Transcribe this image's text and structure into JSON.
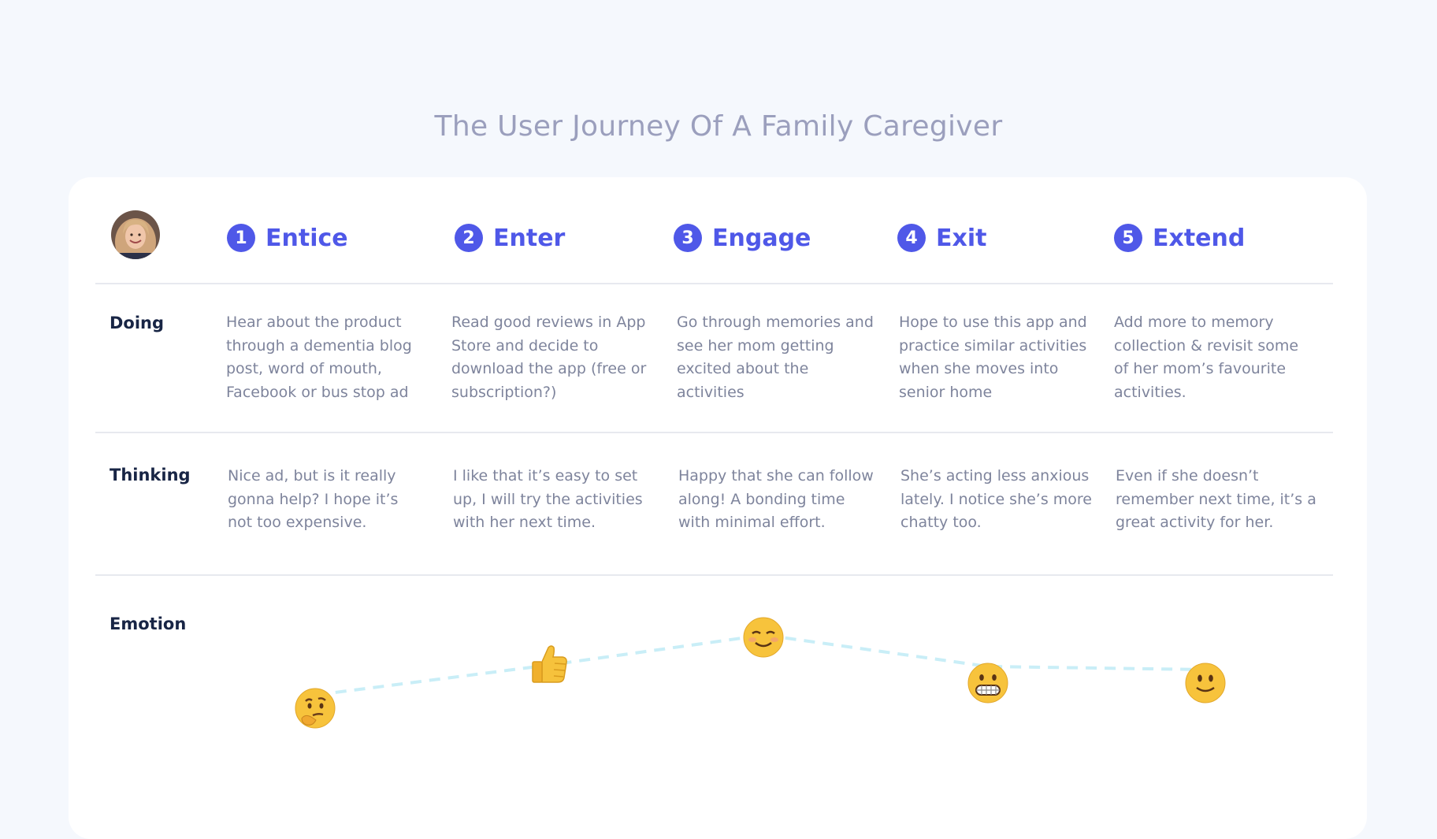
{
  "title": "The User Journey Of A Family Caregiver",
  "stages": [
    {
      "num": "1",
      "label": "Entice"
    },
    {
      "num": "2",
      "label": "Enter"
    },
    {
      "num": "3",
      "label": "Engage"
    },
    {
      "num": "4",
      "label": "Exit"
    },
    {
      "num": "5",
      "label": "Extend"
    }
  ],
  "rows": {
    "doing": {
      "label": "Doing",
      "cells": [
        "Hear about the product through a dementia blog post, word of mouth, Facebook or bus stop ad",
        "Read good reviews in App Store and decide to download the app (free or subscription?)",
        "Go through memories and see her mom getting excited about the activities",
        "Hope to use this app and practice similar activities when she moves into senior home",
        "Add more to memory collection & revisit some of her mom’s favourite activities."
      ]
    },
    "thinking": {
      "label": "Thinking",
      "cells": [
        "Nice ad, but is it really gonna help? I hope it’s not too expensive.",
        "I like that it’s easy to set up, I will try the activities with her next time.",
        "Happy that she can follow along! A bonding time with minimal effort.",
        "She’s acting less anxious lately. I notice she’s more chatty too.",
        "Even if she doesn’t remember next time, it’s a great activity for her."
      ]
    },
    "emotion": {
      "label": "Emotion"
    }
  },
  "emotions": [
    {
      "name": "thinking-face-icon",
      "glyph": "🤔"
    },
    {
      "name": "thumbs-up-icon",
      "glyph": "👍"
    },
    {
      "name": "smiling-face-icon",
      "glyph": "☺️"
    },
    {
      "name": "grimacing-face-icon",
      "glyph": "😬"
    },
    {
      "name": "slightly-smiling-face-icon",
      "glyph": "🙂"
    }
  ],
  "colors": {
    "accent": "#4f58e8",
    "heading_text": "#182545",
    "body_text": "#7e849c",
    "title_text": "#9b9fbd",
    "emotion_line": "#c9eef7"
  }
}
